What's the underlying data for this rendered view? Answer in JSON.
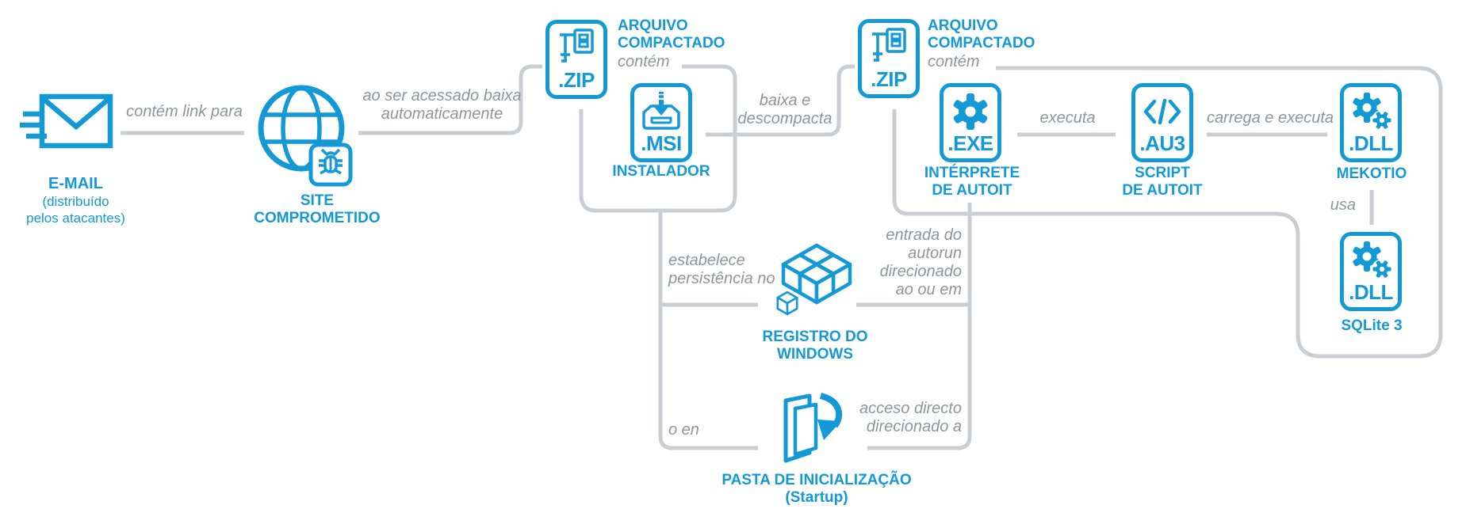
{
  "diagram": {
    "colors": {
      "accent": "#1499d7",
      "connector": "#c9ced3",
      "muted": "#8d969c",
      "bg": "#ffffff"
    },
    "nodes": {
      "email": {
        "icon": "email-speed-icon",
        "title": "E-MAIL",
        "subtitle1": "(distribuído",
        "subtitle2": "pelos atacantes)"
      },
      "site": {
        "icon": "globe-bug-icon",
        "title1": "SITE",
        "title2": "COMPROMETIDO"
      },
      "zip1": {
        "icon": "zip-clamp-icon",
        "ext": ".ZIP",
        "title1": "ARQUIVO",
        "title2": "COMPACTADO",
        "note": "contém"
      },
      "msi": {
        "icon": "installer-tray-icon",
        "ext": ".MSI",
        "title": "INSTALADOR"
      },
      "zip2": {
        "icon": "zip-clamp-icon",
        "ext": ".ZIP",
        "title1": "ARQUIVO",
        "title2": "COMPACTADO",
        "note": "contém"
      },
      "exe": {
        "icon": "gear-icon",
        "ext": ".EXE",
        "title1": "INTÉRPRETE",
        "title2": "DE AUTOIT"
      },
      "au3": {
        "icon": "code-icon",
        "ext": ".AU3",
        "title1": "SCRIPT",
        "title2": "DE AUTOIT"
      },
      "mekotio": {
        "icon": "gears-icon",
        "ext": ".DLL",
        "title": "MEKOTIO"
      },
      "sqlite": {
        "icon": "gears-icon",
        "ext": ".DLL",
        "title": "SQLite 3"
      },
      "registry": {
        "icon": "registry-cubes-icon",
        "title1": "REGISTRO DO",
        "title2": "WINDOWS"
      },
      "startup": {
        "icon": "startup-folder-icon",
        "title1": "PASTA DE INICIALIZAÇÃO",
        "title2": "(Startup)"
      }
    },
    "edges": {
      "email_site": {
        "label": "contém link para"
      },
      "site_zip1": {
        "label1": "ao ser acessado baixa",
        "label2": "automaticamente"
      },
      "msi_zip2": {
        "label1": "baixa e",
        "label2": "descompacta"
      },
      "exe_au3": {
        "label": "executa"
      },
      "au3_mekotio": {
        "label": "carrega e executa"
      },
      "mekotio_sqlite": {
        "label": "usa"
      },
      "msi_registry": {
        "label1": "estabelece",
        "label2": "persistência no"
      },
      "msi_startup": {
        "label": "o en"
      },
      "exe_registry": {
        "label1": "entrada do",
        "label2": "autorun",
        "label3": "direcionado",
        "label4": "ao ou em"
      },
      "exe_startup": {
        "label1": "acceso directo",
        "label2": "direcionado a"
      }
    }
  }
}
